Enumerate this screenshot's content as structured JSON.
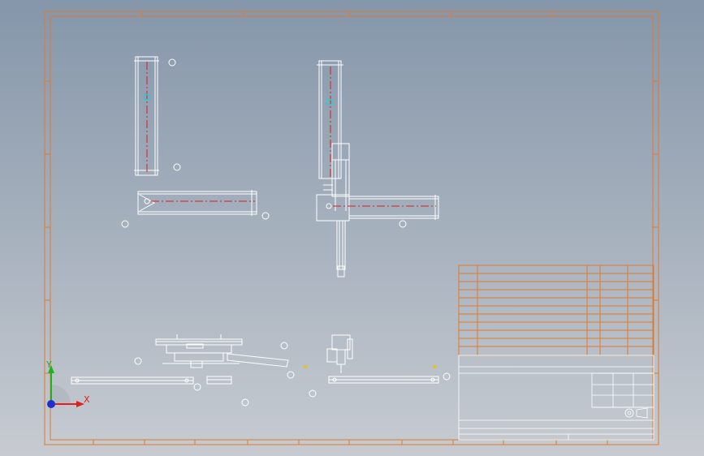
{
  "window": {
    "view": "cad-drawing-sheet"
  },
  "colors": {
    "background_top": "#8596aa",
    "background_bottom": "#c7cbd1",
    "sheet_border": "#e07a2a",
    "geometry": "#ffffff",
    "centerline": "#d42020",
    "highlight": "#34c6d3",
    "axis_x": "#e02020",
    "axis_y": "#20b020",
    "axis_origin": "#2030d0"
  },
  "axis_triad": {
    "x_label": "X",
    "y_label": "Y"
  },
  "icons": {
    "axis": "axis-triad-icon",
    "point": "point-marker-icon"
  }
}
